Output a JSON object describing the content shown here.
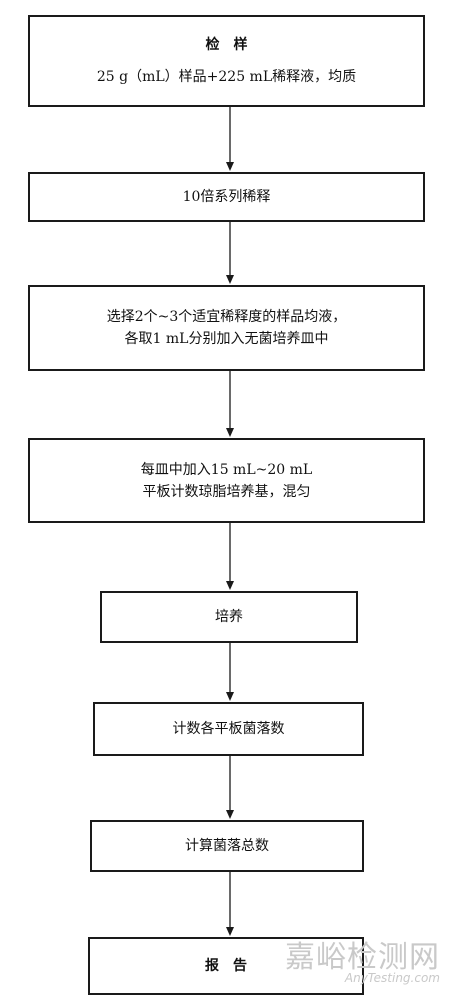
{
  "steps": [
    {
      "lines": [
        "检　样",
        "25 g（mL）样品+225 mL稀释液，均质"
      ]
    },
    {
      "lines": [
        "10倍系列稀释"
      ]
    },
    {
      "lines": [
        "选择2个~3个适宜稀释度的样品均液，",
        "各取1 mL分别加入无菌培养皿中"
      ]
    },
    {
      "lines": [
        "每皿中加入15 mL~20 mL",
        "平板计数琼脂培养基，混匀"
      ]
    },
    {
      "lines": [
        "培养"
      ]
    },
    {
      "lines": [
        "计数各平板菌落数"
      ]
    },
    {
      "lines": [
        "计算菌落总数"
      ]
    },
    {
      "lines": [
        "报　告"
      ]
    }
  ],
  "watermark": {
    "cn": "嘉峪检测网",
    "en": "AnyTesting.com"
  }
}
